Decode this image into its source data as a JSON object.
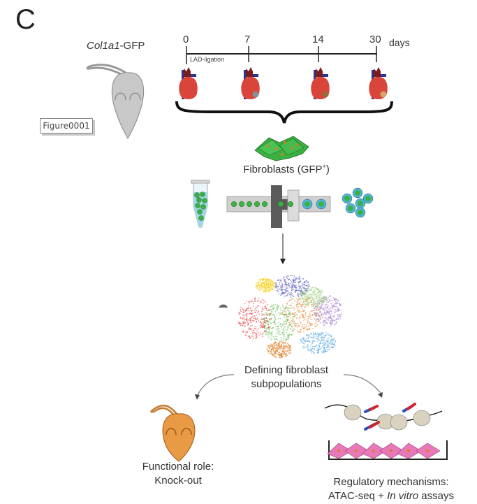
{
  "panel": {
    "letter": "C",
    "figure_tag": "Figure0001"
  },
  "mouse": {
    "label_italic": "Col1a1",
    "label_suffix": "-GFP"
  },
  "timeline": {
    "days": [
      "0",
      "7",
      "14",
      "30"
    ],
    "unit": "days",
    "annotation": "LAD-ligation",
    "infarct_colors": [
      "none",
      "#8a8f93",
      "#9a6b3a",
      "#d9a46a"
    ]
  },
  "fibroblasts": {
    "label_main": "Fibroblasts (GFP",
    "label_sup": "+",
    "label_end": ")"
  },
  "clustering": {
    "label_line1": "Defining fibroblast",
    "label_line2": "subpopulations",
    "cluster_colors": [
      "#e8282e",
      "#f5d020",
      "#4a4fb8",
      "#e07b20",
      "#5ab84a",
      "#4aa0e0",
      "#9a70cc",
      "#a0d080"
    ]
  },
  "outcomes": {
    "left_line1": "Functional role:",
    "left_line2": "Knock-out",
    "right_line1": "Regulatory mechanisms:",
    "right_line2_prefix": "ATAC-seq + ",
    "right_line2_italic": "In vitro",
    "right_line2_suffix": " assays"
  }
}
